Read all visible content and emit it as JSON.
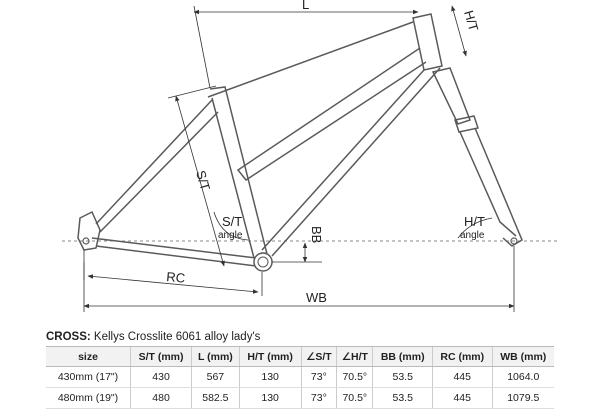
{
  "labels": {
    "top_length": "L",
    "head_tube": "H/T",
    "seat_tube": "S/T",
    "seat_angle_line1": "S/T",
    "seat_angle_line2": "angle",
    "head_angle_line1": "H/T",
    "head_angle_line2": "angle",
    "bottom_bracket": "BB",
    "rear_center": "RC",
    "wheelbase": "WB"
  },
  "caption": {
    "prefix": "CROSS:",
    "text": " Kellys Crosslite 6061 alloy lady's"
  },
  "table": {
    "headers": [
      "size",
      "S/T (mm)",
      "L (mm)",
      "H/T (mm)",
      "∠S/T",
      "∠H/T",
      "BB (mm)",
      "RC (mm)",
      "WB (mm)"
    ],
    "rows": [
      [
        "430mm (17\")",
        "430",
        "567",
        "130",
        "73°",
        "70.5°",
        "53.5",
        "445",
        "1064.0"
      ],
      [
        "480mm (19\")",
        "480",
        "582.5",
        "130",
        "73°",
        "70.5°",
        "53.5",
        "445",
        "1079.5"
      ]
    ]
  },
  "colors": {
    "line": "#5a5a5a",
    "dim": "#333333",
    "dash": "#888888"
  }
}
